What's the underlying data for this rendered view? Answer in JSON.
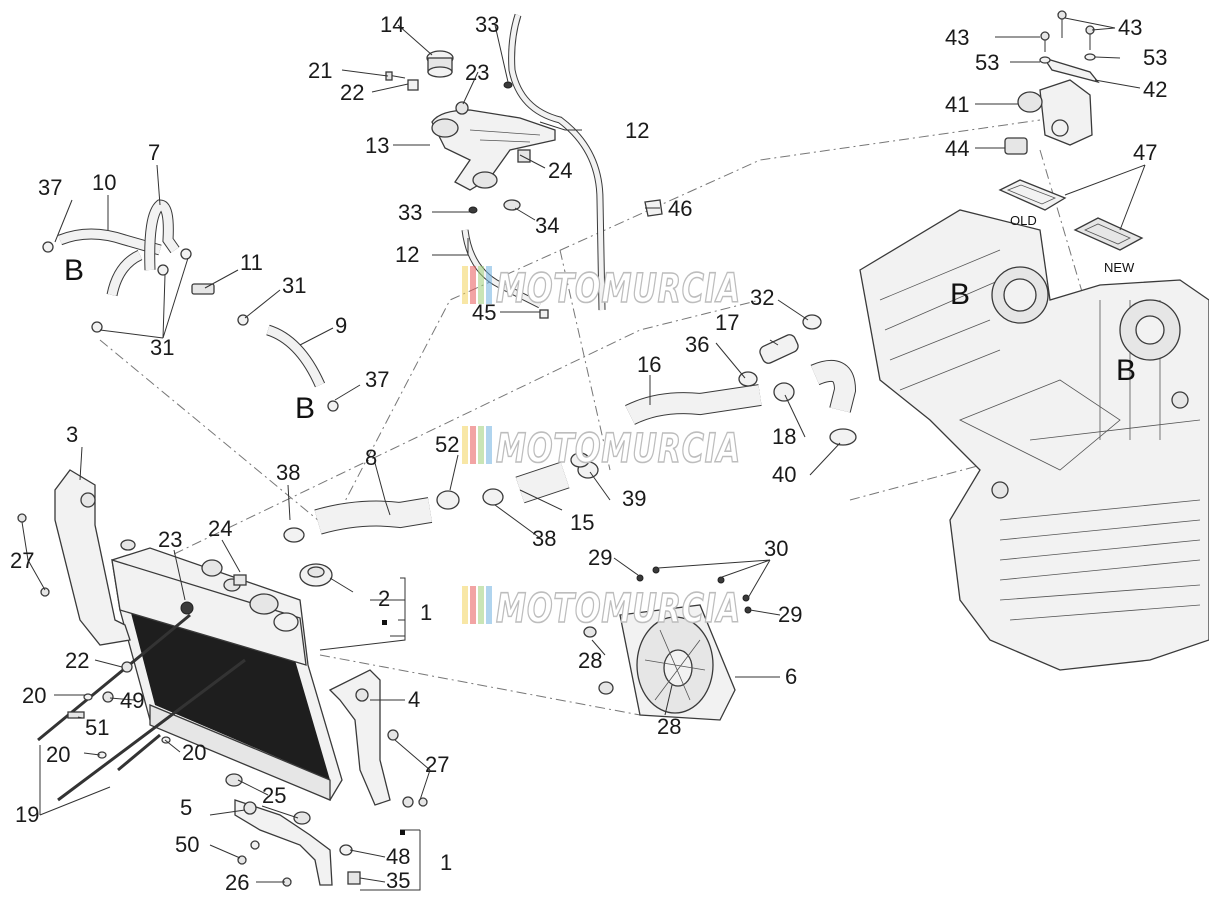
{
  "watermark": {
    "text": "MOTOMURCIA"
  },
  "tags": {
    "old": "OLD",
    "new": "NEW"
  },
  "connection_mark": "B",
  "part_numbers": {
    "n1": "1",
    "n2": "2",
    "n3": "3",
    "n4": "4",
    "n5": "5",
    "n6": "6",
    "n7": "7",
    "n8": "8",
    "n9": "9",
    "n10": "10",
    "n11": "11",
    "n12": "12",
    "n13": "13",
    "n14": "14",
    "n15": "15",
    "n16": "16",
    "n17": "17",
    "n18": "18",
    "n19": "19",
    "n20": "20",
    "n21": "21",
    "n22": "22",
    "n23": "23",
    "n24": "24",
    "n25": "25",
    "n26": "26",
    "n27": "27",
    "n28": "28",
    "n29": "29",
    "n30": "30",
    "n31": "31",
    "n32": "32",
    "n33": "33",
    "n34": "34",
    "n35": "35",
    "n36": "36",
    "n37": "37",
    "n38": "38",
    "n39": "39",
    "n40": "40",
    "n41": "41",
    "n42": "42",
    "n43": "43",
    "n44": "44",
    "n45": "45",
    "n46": "46",
    "n47": "47",
    "n48": "48",
    "n49": "49",
    "n50": "50",
    "n51": "51",
    "n52": "52",
    "n53": "53"
  },
  "colors": {
    "watermark_stripes": [
      "#f2d45c",
      "#e85a5a",
      "#9fd07a",
      "#6fb0e0"
    ]
  }
}
